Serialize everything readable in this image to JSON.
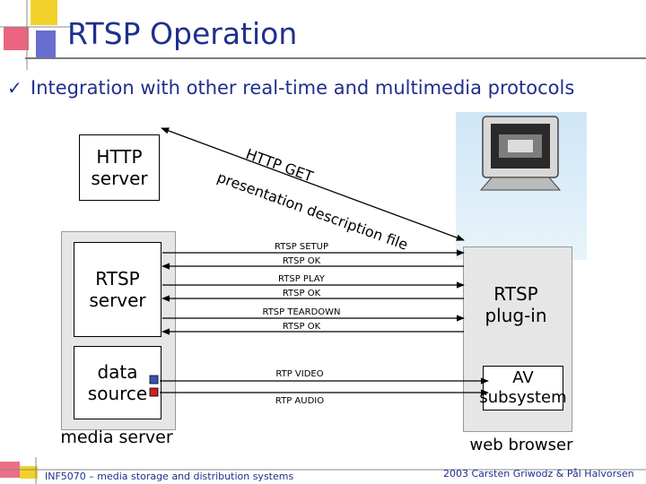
{
  "title": "RTSP Operation",
  "bullet": "Integration with other real-time and multimedia protocols",
  "http_server": [
    "HTTP",
    "server"
  ],
  "http_get": "HTTP GET",
  "presentation": "presentation description file",
  "rtsp_server": [
    "RTSP",
    "server"
  ],
  "data_source": [
    "data",
    "source"
  ],
  "media_server": "media server",
  "rtsp_plugin": [
    "RTSP",
    "plug-in"
  ],
  "av_subsystem": [
    "AV",
    "subsystem"
  ],
  "web_browser": "web browser",
  "messages": {
    "setup": "RTSP SETUP",
    "setup_ok": "RTSP OK",
    "play": "RTSP PLAY",
    "play_ok": "RTSP OK",
    "teardown": "RTSP TEARDOWN",
    "teardown_ok": "RTSP OK",
    "rtp_video": "RTP VIDEO",
    "rtp_audio": "RTP AUDIO"
  },
  "footer_left": "INF5070 – media storage and distribution systems",
  "footer_right": "2003 Carsten Griwodz & Pål Halvorsen",
  "colors": {
    "title": "#1f2f8c",
    "video_port": "#3355bb",
    "audio_port": "#cc2222"
  }
}
